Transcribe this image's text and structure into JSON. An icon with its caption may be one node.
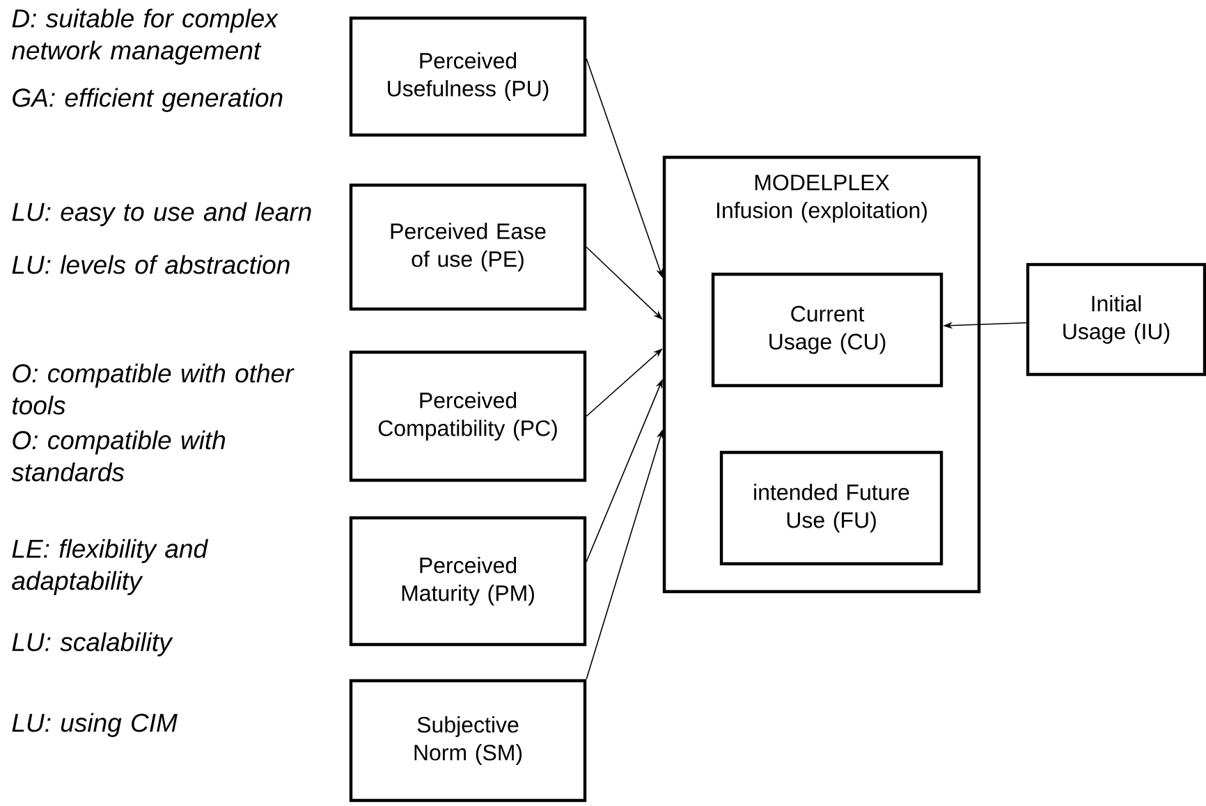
{
  "diagram": {
    "nodes": [
      {
        "text": [
          "Perceived Usefulness (PU)"
        ]
      },
      {
        "text": [
          "Perceived Ease of use (PE)"
        ]
      },
      {
        "text": [
          "Perceived Compatibility (PC)"
        ]
      },
      {
        "text": [
          "Perceived Maturity (PM)"
        ]
      },
      {
        "text": [
          "Subjective Norm (SM)"
        ]
      },
      {
        "text": [
          "MODELPLEX Infusion (exploitation)"
        ]
      },
      {
        "text": [
          "Current Usage (CU)"
        ],
        "in": 5
      },
      {
        "text": [
          "intended Future Use (FU)"
        ],
        "in": 5
      },
      {
        "text": [
          "Initial Usage (IU)"
        ]
      }
    ],
    "edges": [
      {
        "from": 0,
        "to": 5,
        "arrow": "to"
      },
      {
        "from": 1,
        "to": 5,
        "arrow": "to"
      },
      {
        "from": 2,
        "to": 5,
        "arrow": "to"
      },
      {
        "from": 3,
        "to": 5,
        "arrow": "to"
      },
      {
        "from": 4,
        "to": 5,
        "arrow": "to"
      },
      {
        "from": 8,
        "to": 6,
        "arrow": "to"
      }
    ],
    "labels": [
      "D: suitable for complex network management",
      "GA: efficient generation",
      "LU: easy to use and learn",
      "LU: levels of abstraction",
      "O: compatible with other tools",
      "O: compatible with standards",
      "LE: flexibility and adaptability",
      "LU: scalability",
      "LU: using CIM"
    ]
  }
}
